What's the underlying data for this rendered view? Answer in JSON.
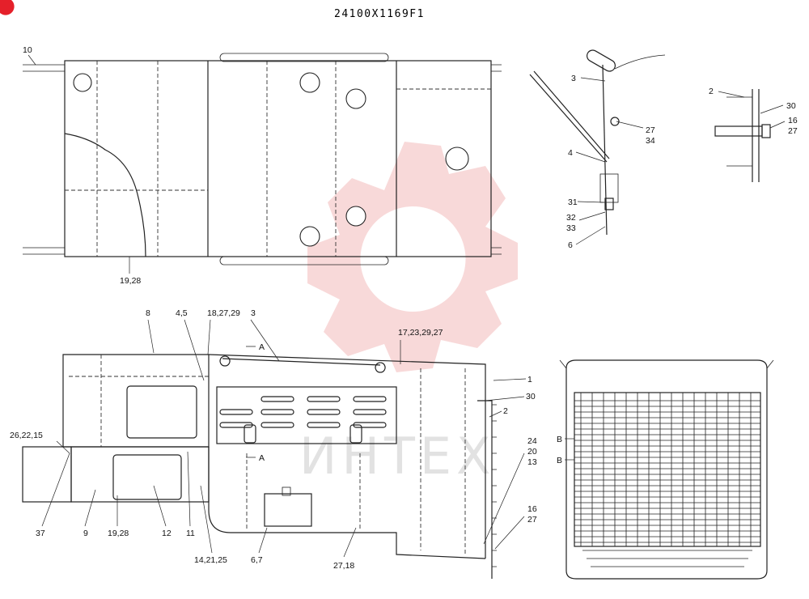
{
  "drawing": {
    "code": "24100X1169F1",
    "watermark": "ИНТЕХ",
    "colors": {
      "line": "#222222",
      "watermark": "#f2b9b9",
      "corner_mark": "#e5202a"
    }
  },
  "callouts": {
    "top_view": [
      "10",
      "19,28"
    ],
    "side_view": [
      "8",
      "4,5",
      "18,27,29",
      "3",
      "17,23,29,27",
      "1",
      "30",
      "2",
      "26,22,15",
      "37",
      "9",
      "19,28",
      "12",
      "11",
      "14,21,25",
      "6,7",
      "27,18",
      "24",
      "20",
      "13",
      "16",
      "27"
    ],
    "section_marks": [
      "A",
      "A"
    ],
    "detail_a": [
      "3",
      "27",
      "34",
      "4",
      "31",
      "32",
      "33",
      "6"
    ],
    "detail_b": [
      "2",
      "30",
      "16",
      "27"
    ],
    "rear_view": [
      "B",
      "B"
    ]
  }
}
